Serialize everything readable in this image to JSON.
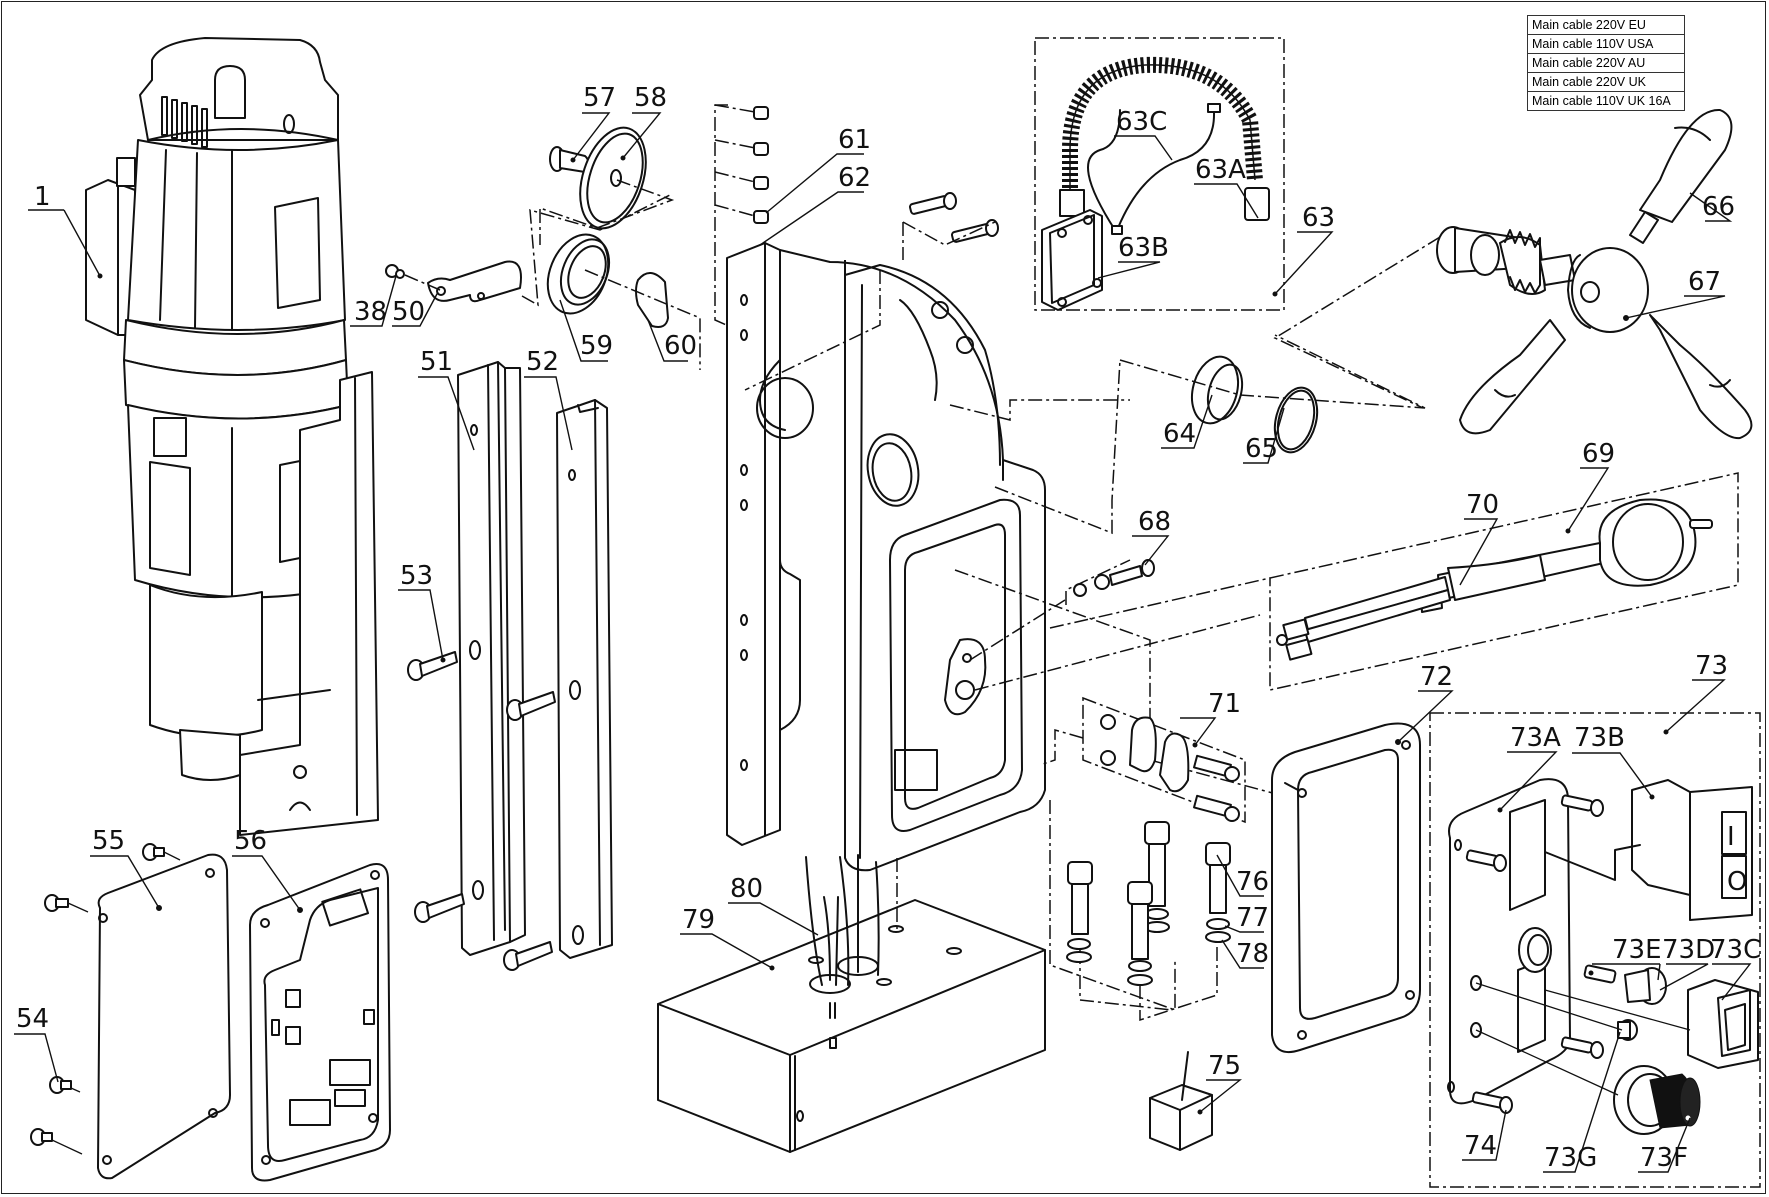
{
  "diagram": {
    "title": "Magnetic drill exploded parts view",
    "cable_table": {
      "rows": [
        "Main cable 220V EU",
        "Main cable 110V USA",
        "Main cable 220V AU",
        "Main cable 220V UK",
        "Main cable 110V UK 16A"
      ]
    },
    "callouts": {
      "p1": "1",
      "p38": "38",
      "p50": "50",
      "p51": "51",
      "p52": "52",
      "p53": "53",
      "p54": "54",
      "p55": "55",
      "p56": "56",
      "p57": "57",
      "p58": "58",
      "p59": "59",
      "p60": "60",
      "p61": "61",
      "p62": "62",
      "p63": "63",
      "p63A": "63A",
      "p63B": "63B",
      "p63C": "63C",
      "p64": "64",
      "p65": "65",
      "p66": "66",
      "p67": "67",
      "p68": "68",
      "p69": "69",
      "p70": "70",
      "p71": "71",
      "p72": "72",
      "p73": "73",
      "p73A": "73A",
      "p73B": "73B",
      "p73C": "73C",
      "p73D": "73D",
      "p73E": "73E",
      "p73F": "73F",
      "p73G": "73G",
      "p74": "74",
      "p75": "75",
      "p76": "76",
      "p77": "77",
      "p78": "78",
      "p79": "79",
      "p80": "80"
    },
    "switch_marks": {
      "on": "I",
      "off": "O"
    }
  }
}
